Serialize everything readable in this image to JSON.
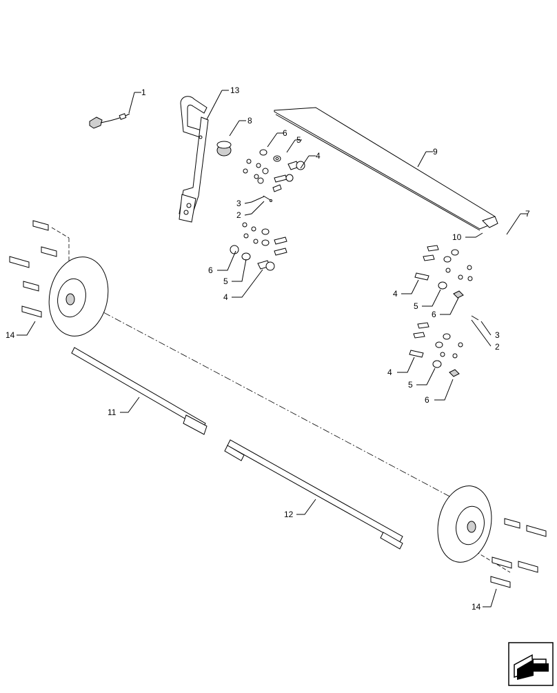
{
  "diagram": {
    "callouts": [
      {
        "id": "c1",
        "label": "1"
      },
      {
        "id": "c13",
        "label": "13"
      },
      {
        "id": "c8",
        "label": "8"
      },
      {
        "id": "c6a",
        "label": "6"
      },
      {
        "id": "c5a",
        "label": "5"
      },
      {
        "id": "c4a",
        "label": "4"
      },
      {
        "id": "c9",
        "label": "9"
      },
      {
        "id": "c3a",
        "label": "3"
      },
      {
        "id": "c2a",
        "label": "2"
      },
      {
        "id": "c7",
        "label": "7"
      },
      {
        "id": "c10",
        "label": "10"
      },
      {
        "id": "c6b",
        "label": "6"
      },
      {
        "id": "c5b",
        "label": "5"
      },
      {
        "id": "c4b",
        "label": "4"
      },
      {
        "id": "c4c",
        "label": "4"
      },
      {
        "id": "c5c",
        "label": "5"
      },
      {
        "id": "c6c",
        "label": "6"
      },
      {
        "id": "c3b",
        "label": "3"
      },
      {
        "id": "c2b",
        "label": "2"
      },
      {
        "id": "c4d",
        "label": "4"
      },
      {
        "id": "c5d",
        "label": "5"
      },
      {
        "id": "c6d",
        "label": "6"
      },
      {
        "id": "c14a",
        "label": "14"
      },
      {
        "id": "c11",
        "label": "11"
      },
      {
        "id": "c12",
        "label": "12"
      },
      {
        "id": "c14b",
        "label": "14"
      }
    ],
    "nav_icon": "next-page-arrow-icon"
  }
}
